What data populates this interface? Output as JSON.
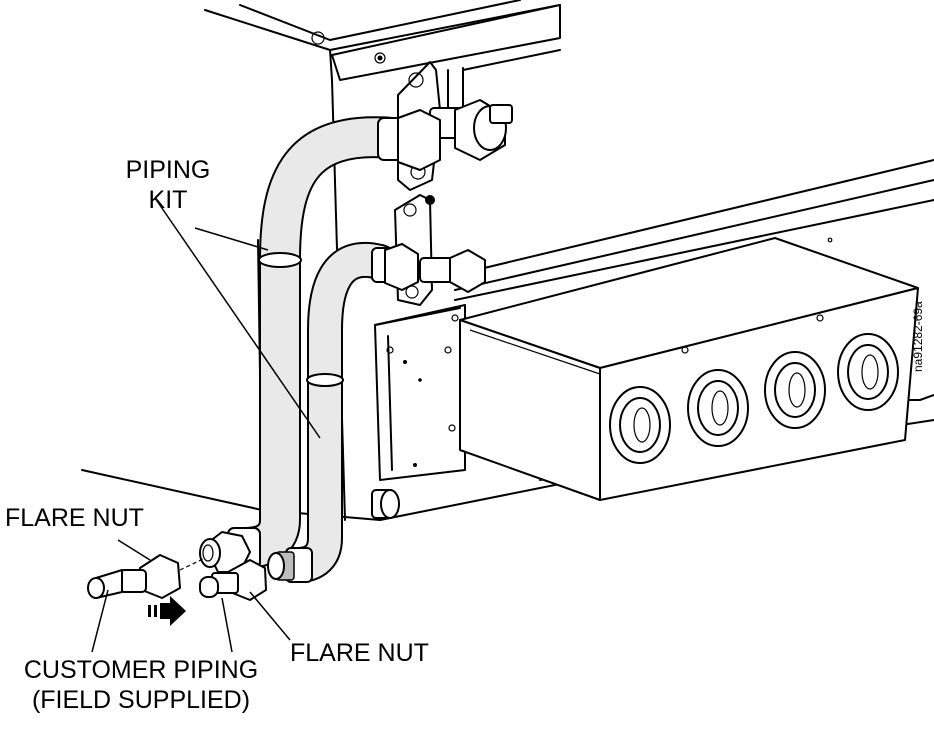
{
  "labels": {
    "piping_kit": [
      "PIPING",
      "KIT"
    ],
    "flare_nut_left": "FLARE NUT",
    "flare_nut_right": "FLARE NUT",
    "customer_piping": [
      "CUSTOMER PIPING",
      "(FIELD SUPPLIED)"
    ],
    "doc_id": "na91282-69a"
  },
  "colors": {
    "line": "#000000",
    "shade": "#e6e6e6",
    "background": "#ffffff"
  }
}
